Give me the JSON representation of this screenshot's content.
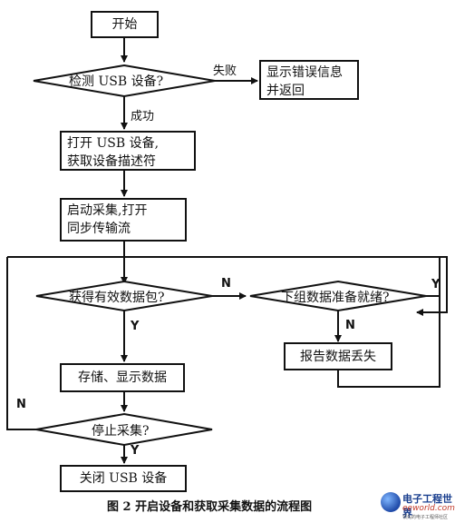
{
  "flowchart": {
    "start": "开始",
    "check_usb": "检测 USB 设备?",
    "fail_label": "失败",
    "error_box": [
      "显示错误信息",
      "并返回"
    ],
    "success_label": "成功",
    "open_usb": [
      "打开 USB 设备,",
      "获取设备描述符"
    ],
    "start_collect": [
      "启动采集,打开",
      "同步传输流"
    ],
    "get_packet": "获得有效数据包?",
    "yes_label_1": "Y",
    "no_label_1": "N",
    "next_group": "下组数据准备就绪?",
    "yes_label_2": "Y",
    "no_label_2": "N",
    "report_loss": "报告数据丢失",
    "save_show": "存储、显示数据",
    "stop_collect": "停止采集?",
    "no_label_3": "N",
    "yes_label_3": "Y",
    "close_usb": "关闭 USB 设备"
  },
  "caption": "图 2  开启设备和获取采集数据的流程图",
  "watermark": {
    "name": "电子工程世界",
    "url": "eeworld.com.cn",
    "slogan": "领先的电子工程师社区"
  }
}
